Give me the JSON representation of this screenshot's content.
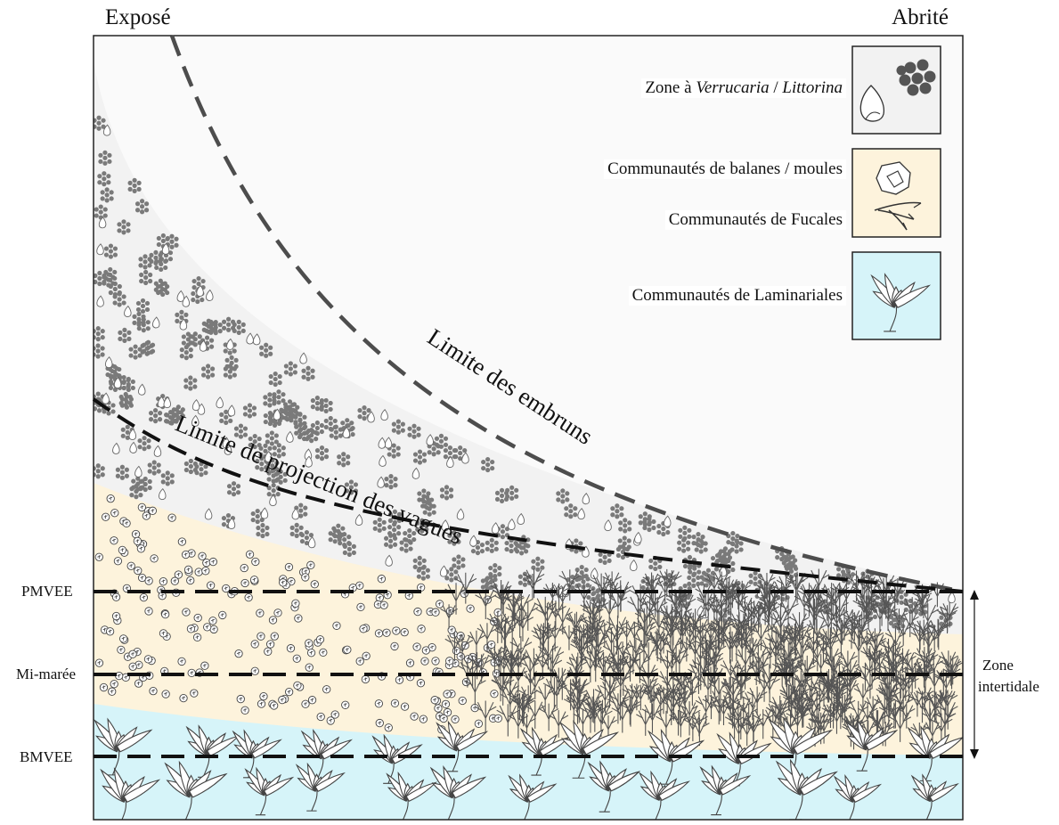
{
  "header": {
    "left": "Exposé",
    "right": "Abrité"
  },
  "levels": {
    "pmvee": "PMVEE",
    "mi_maree": "Mi-marée",
    "bmvee": "BMVEE"
  },
  "zone_intertidale": {
    "line1": "Zone",
    "line2": "intertidale"
  },
  "curves": {
    "embruns": "Limite des embruns",
    "projection": "Limite de projection des vagues"
  },
  "legend": {
    "verrucaria": {
      "prefix": "Zone à ",
      "italic1": "Verrucaria",
      "sep": " / ",
      "italic2": "Littorina"
    },
    "balanes": "Communautés  de balanes / moules",
    "fucales": "Communautés  de Fucales",
    "laminariales": "Communautés  de Laminariales"
  },
  "colors": {
    "lichen_zone": "#f2f2f2",
    "balanes_zone": "#fdf3dc",
    "laminaria_zone": "#d6f4f9",
    "periwinkle_dots": "#7a7a7a",
    "spray_line": "#4d4d4d",
    "tide_lines": "#111111"
  }
}
